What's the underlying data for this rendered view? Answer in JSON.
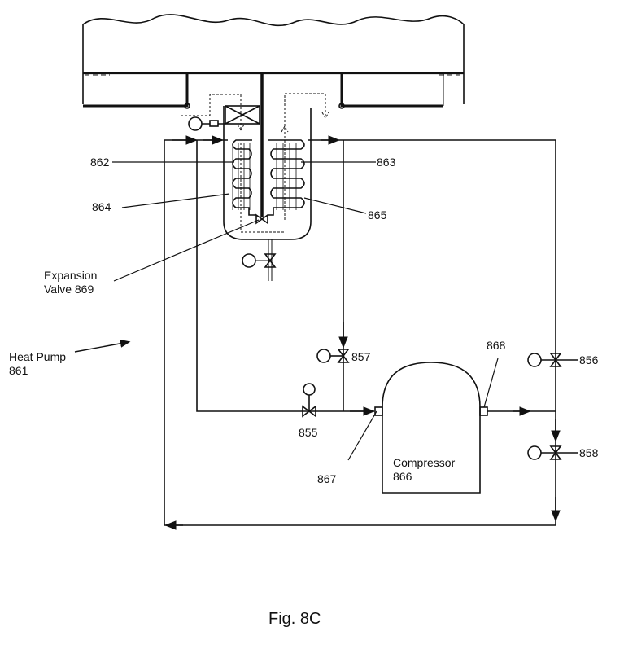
{
  "labels": {
    "l862": "862",
    "l863": "863",
    "l864": "864",
    "l865": "865",
    "expansion_valve_line1": "Expansion",
    "expansion_valve_line2": "Valve 869",
    "heat_pump_line1": "Heat Pump",
    "heat_pump_line2": "861",
    "l857": "857",
    "l855": "855",
    "l868": "868",
    "l856": "856",
    "l858": "858",
    "l867": "867",
    "compressor_line1": "Compressor",
    "compressor_line2": "866"
  },
  "caption": "Fig. 8C",
  "colors": {
    "ink": "#111111",
    "background": "#ffffff"
  }
}
